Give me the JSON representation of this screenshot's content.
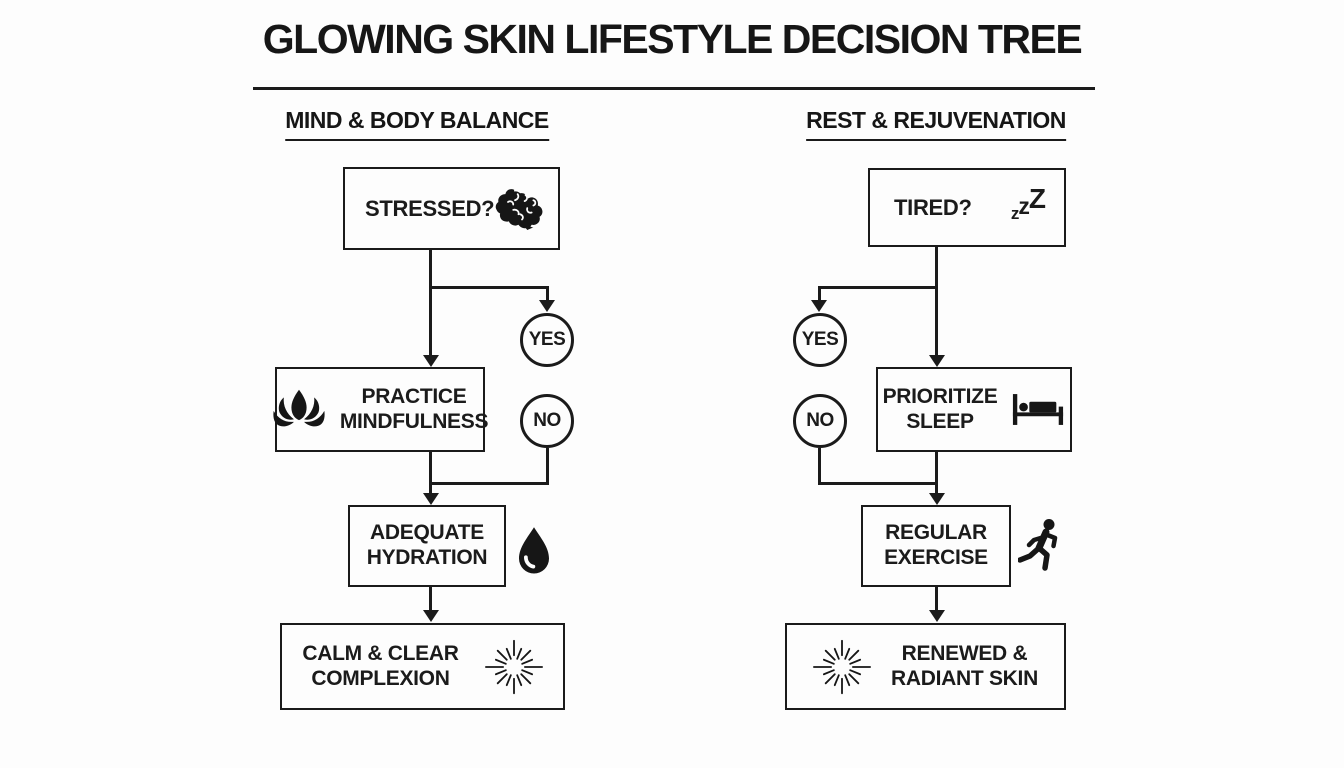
{
  "page": {
    "background_color": "#fdfdfd",
    "ink_color": "#1b1b1b"
  },
  "title": "GLOWING SKIN LIFESTYLE DECISION TREE",
  "columns": [
    {
      "header": "MIND & BODY BALANCE",
      "nodes": {
        "question": {
          "label": "STRESSED?",
          "icon": "brain-icon"
        },
        "yes_label": "YES",
        "no_label": "NO",
        "action1": {
          "line1": "PRACTICE",
          "line2": "MINDFULNESS",
          "icon": "lotus-icon"
        },
        "action2": {
          "line1": "ADEQUATE",
          "line2": "HYDRATION",
          "icon": "water-drop-icon"
        },
        "outcome": {
          "line1": "CALM & CLEAR",
          "line2": "COMPLEXION",
          "icon": "sparkle-icon"
        }
      }
    },
    {
      "header": "REST & REJUVENATION",
      "nodes": {
        "question": {
          "label": "TIRED?",
          "icon": "zzz-icon",
          "zzz": [
            "z",
            "z",
            "Z"
          ]
        },
        "yes_label": "YES",
        "no_label": "NO",
        "action1": {
          "line1": "PRIORITIZE",
          "line2": "SLEEP",
          "icon": "bed-icon"
        },
        "action2": {
          "line1": "REGULAR",
          "line2": "EXERCISE",
          "icon": "runner-icon"
        },
        "outcome": {
          "line1": "RENEWED &",
          "line2": "RADIANT SKIN",
          "icon": "sparkle-icon"
        }
      }
    }
  ]
}
